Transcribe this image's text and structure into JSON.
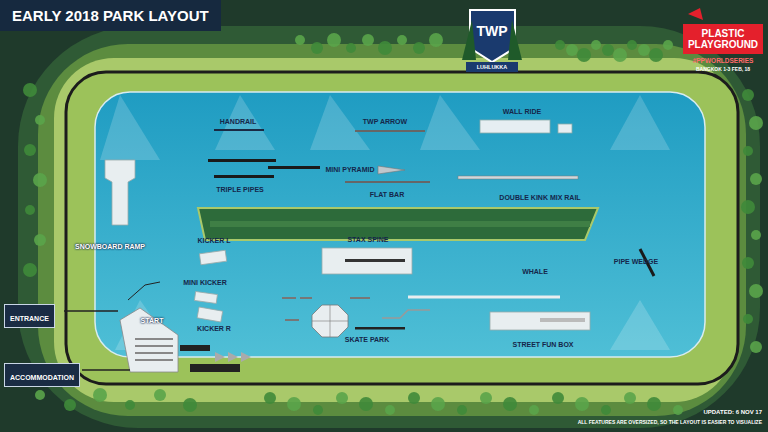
{
  "diagram": {
    "title": "EARLY 2018 PARK LAYOUT",
    "nodes": [
      {
        "text": [
          "ENTRANCE"
        ]
      },
      {
        "text": [
          "ACCOMMODATION"
        ]
      }
    ],
    "labels": [
      "HANDRAIL",
      "TWP ARROW",
      "WALL RIDE",
      "TRIPLE PIPES",
      "MINI PYRAMID",
      "FLAT BAR",
      "DOUBLE KINK MIX RAIL",
      "SNOWBOARD RAMP",
      "KICKER L",
      "STAX SPINE",
      "WHALE",
      "PIPE WEDGE",
      "MINI KICKER",
      "START",
      "KICKER R",
      "SKATE PARK",
      "STREET FUN BOX",
      "TWP",
      "LUHLUKKA",
      "PLASTIC PLAYGROUND",
      "#PPWORLDSERIES",
      "BANGKOK 1-3 FEB, 18",
      "UPDATED: 6 NOV 17",
      "ALL FEATURES ARE OVERSIZED, SO THE LAYOUT IS EASIER TO VISUALIZE"
    ]
  }
}
